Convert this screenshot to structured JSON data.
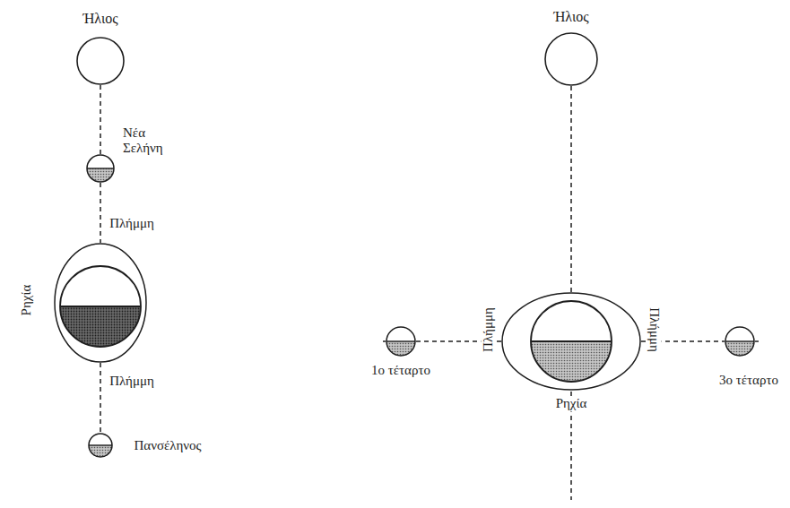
{
  "diagram": {
    "nodes": [
      {
        "text": [
          "Ήλιος"
        ]
      },
      {
        "text": [
          "Νέα Σελήνη"
        ]
      },
      {
        "text": [
          "Πλήμμη",
          "Ρηχία",
          "Πλήμμη"
        ]
      },
      {
        "text": [
          "Πανσέληνος"
        ]
      },
      {
        "text": [
          "Ήλιος"
        ]
      },
      {
        "text": [
          "1ο τέταρτο"
        ]
      },
      {
        "text": [
          "Πλήμμη",
          "Πλήμμη",
          "Ρηχία"
        ]
      },
      {
        "text": [
          "3ο τέταρτο"
        ]
      }
    ],
    "edges": [
      {
        "from": 0,
        "to": 1,
        "arrow": "none"
      },
      {
        "from": 1,
        "to": 2,
        "arrow": "none"
      },
      {
        "from": 2,
        "to": 3,
        "arrow": "none"
      },
      {
        "from": 4,
        "to": 6,
        "arrow": "none"
      },
      {
        "from": 5,
        "to": 6,
        "arrow": "none"
      },
      {
        "from": 6,
        "to": 7,
        "arrow": "none"
      }
    ]
  }
}
